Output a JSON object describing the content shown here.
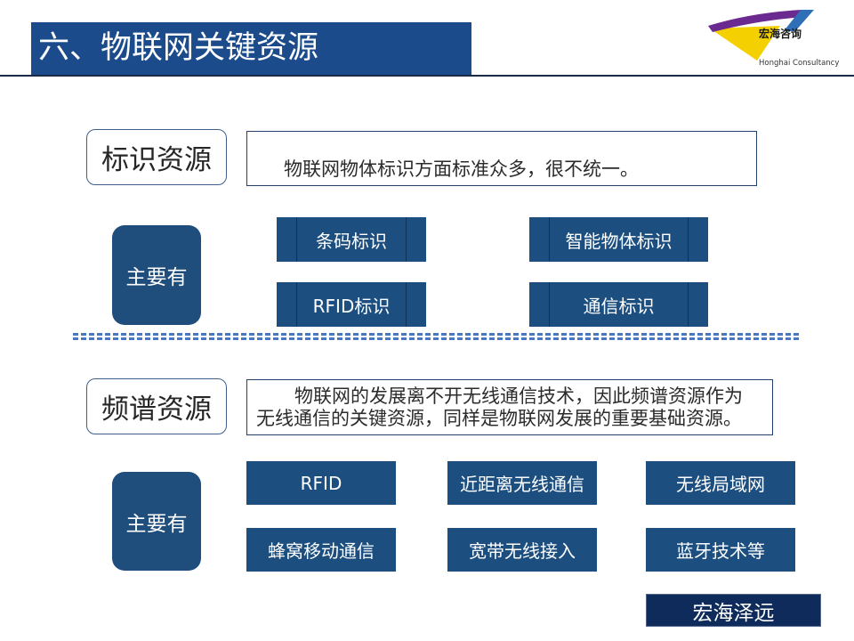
{
  "slide": {
    "title": "六、物联网关键资源"
  },
  "logo": {
    "name_cn": "宏海咨询",
    "name_en": "Honghai Consultancy",
    "icon": "honghai-logo-mark-icon",
    "colors": {
      "purple": "#6b2a8f",
      "yellow": "#f5d000",
      "blue": "#2f6fb8"
    }
  },
  "identifier_section": {
    "label": "标识资源",
    "description": "物联网物体标识方面标准众多，很不统一。",
    "main_label": "主要有",
    "items": [
      "条码标识",
      "智能物体标识",
      "RFID标识",
      "通信标识"
    ]
  },
  "spectrum_section": {
    "label": "频谱资源",
    "description_lines": [
      "物联网的发展离不开无线通信技术，因此频谱资源作为",
      "无线通信的关键资源，同样是物联网发展的重要基础资源。"
    ],
    "main_label": "主要有",
    "items": [
      "RFID",
      "近距离无线通信",
      "无线局域网",
      "蜂窝移动通信",
      "宽带无线接入",
      "蓝牙技术等"
    ]
  },
  "footer": {
    "label": "宏海泽远"
  },
  "colors": {
    "header_fill": "#1b4b8b",
    "box_fill": "#1c4f80",
    "main_fill": "#1f4d7c",
    "footer_fill": "#0f2b5b",
    "divider": "#4a78c0",
    "text": "#262626"
  }
}
